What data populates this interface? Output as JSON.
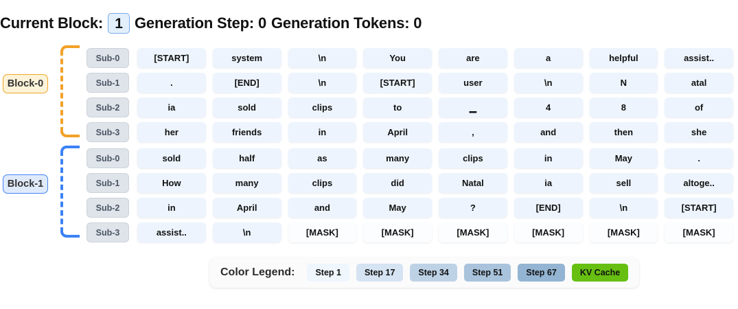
{
  "header": {
    "current_block_label": "Current Block:",
    "current_block_value": "1",
    "generation_step_text": "Generation Step: 0",
    "generation_tokens_text": "Generation Tokens: 0"
  },
  "blocks": [
    {
      "label": "Block-0",
      "accent_color": "#f2a127",
      "badge_bg": "#fdf3d8",
      "rows": [
        {
          "sub_label": "Sub-0",
          "tokens": [
            "[START]",
            "system",
            "\\n",
            "You",
            "are",
            "a",
            "helpful",
            "assist.."
          ]
        },
        {
          "sub_label": "Sub-1",
          "tokens": [
            ".",
            "[END]",
            "\\n",
            "[START]",
            "user",
            "\\n",
            "N",
            "atal"
          ]
        },
        {
          "sub_label": "Sub-2",
          "tokens": [
            "ia",
            "sold",
            "clips",
            "to",
            "▁",
            "4",
            "8",
            "of"
          ]
        },
        {
          "sub_label": "Sub-3",
          "tokens": [
            "her",
            "friends",
            "in",
            "April",
            ",",
            "and",
            "then",
            "she"
          ]
        }
      ]
    },
    {
      "label": "Block-1",
      "accent_color": "#3b82f6",
      "badge_bg": "#dfeafb",
      "rows": [
        {
          "sub_label": "Sub-0",
          "tokens": [
            "sold",
            "half",
            "as",
            "many",
            "clips",
            "in",
            "May",
            "."
          ]
        },
        {
          "sub_label": "Sub-1",
          "tokens": [
            "How",
            "many",
            "clips",
            "did",
            "Natal",
            "ia",
            "sell",
            "altoge.."
          ]
        },
        {
          "sub_label": "Sub-2",
          "tokens": [
            "in",
            "April",
            "and",
            "May",
            "?",
            "[END]",
            "\\n",
            "[START]"
          ]
        },
        {
          "sub_label": "Sub-3",
          "tokens": [
            "assist..",
            "\\n",
            "[MASK]",
            "[MASK]",
            "[MASK]",
            "[MASK]",
            "[MASK]",
            "[MASK]"
          ]
        }
      ]
    }
  ],
  "legend": {
    "title": "Color Legend:",
    "items": [
      {
        "label": "Step 1",
        "color": "#eff6fd",
        "text_color": "#111111"
      },
      {
        "label": "Step 17",
        "color": "#d5e3f2",
        "text_color": "#111111"
      },
      {
        "label": "Step 34",
        "color": "#bed2e6",
        "text_color": "#111111"
      },
      {
        "label": "Step 51",
        "color": "#a9c3dc",
        "text_color": "#111111"
      },
      {
        "label": "Step 67",
        "color": "#93b4d2",
        "text_color": "#111111"
      },
      {
        "label": "KV Cache",
        "color": "#67bf12",
        "text_color": "#111111"
      }
    ]
  }
}
